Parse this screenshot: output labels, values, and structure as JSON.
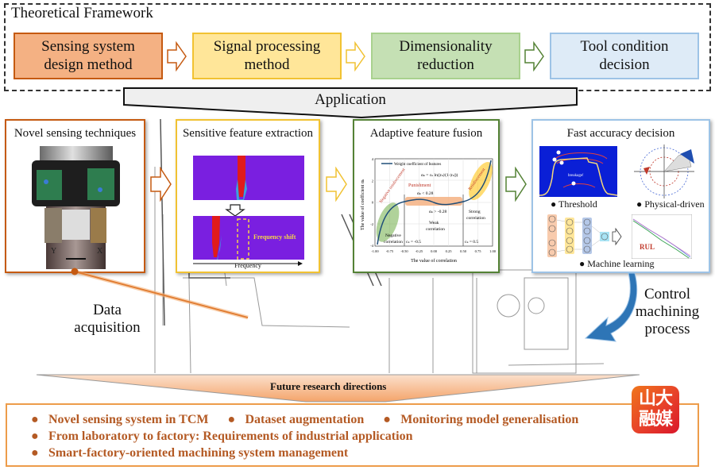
{
  "theoretical_framework": {
    "title": "Theoretical Framework",
    "steps": [
      {
        "label": "Sensing system\ndesign method",
        "fill": "#f4b183",
        "border": "#c55a11"
      },
      {
        "label": "Signal processing\nmethod",
        "fill": "#ffe699",
        "border": "#f1c232"
      },
      {
        "label": "Dimensionality\nreduction",
        "fill": "#c5e0b4",
        "border": "#a9d18e"
      },
      {
        "label": "Tool condition\ndecision",
        "fill": "#deebf7",
        "border": "#9dc3e6"
      }
    ]
  },
  "application": {
    "label": "Application"
  },
  "panels": {
    "sensing": {
      "title": "Novel sensing techniques",
      "photo_axis_labels": [
        "Y",
        "X"
      ]
    },
    "extraction": {
      "title": "Sensitive feature extraction",
      "annotation": "Frequency shift",
      "x_axis_label": "Frequency"
    },
    "fusion": {
      "title": "Adaptive feature fusion",
      "legend": "Weight coefficient of features",
      "ylabel": "The value of coefficient αₖ",
      "xlabel": "The value of correlation",
      "formula": "αₖ = cₖ ln(|rₖ|/(1-|rₖ|))",
      "x_ticks": [
        "-1.00",
        "-0.75",
        "-0.50",
        "-0.25",
        "0.00",
        "0.25",
        "0.50",
        "0.75",
        "1.00"
      ],
      "y_ticks": [
        "4",
        "2",
        "0",
        "-2",
        "-4"
      ],
      "annotations": {
        "negative_reinforcement": "Negative reinforcement",
        "punishment": "Punishment",
        "reinforcement": "Reinforcement",
        "alpha_upper": "αₖ < 0.28",
        "alpha_lower": "αₖ > -0.28",
        "negative_correlation": "Negative\ncorrelation",
        "weak_correlation": "Weak\ncorrelation",
        "strong_correlation": "Strong\ncorrelation",
        "c_neg": "cₖ = -0.5",
        "c_pos": "cₖ = 0.5"
      }
    },
    "decision": {
      "title": "Fast accuracy decision",
      "methods": [
        "Threshold",
        "Physical-driven",
        "Machine learning"
      ],
      "threshold_annotation": "breakage!",
      "threshold_markers": [
        "1",
        "2",
        "3",
        "4"
      ],
      "rul_label": "RUL"
    }
  },
  "data_acquisition": {
    "label": "Data\nacquisition"
  },
  "control": {
    "label": "Control\nmachining\nprocess"
  },
  "future": {
    "title": "Future research directions",
    "rows": [
      [
        "Novel sensing system in TCM",
        "Dataset augmentation",
        "Monitoring model generalisation"
      ],
      [
        "From laboratory to factory: Requirements of industrial application"
      ],
      [
        "Smart-factory-oriented machining system management"
      ]
    ],
    "bullet": "●"
  },
  "logo": {
    "text_top": "山大",
    "text_bottom": "融媒"
  }
}
